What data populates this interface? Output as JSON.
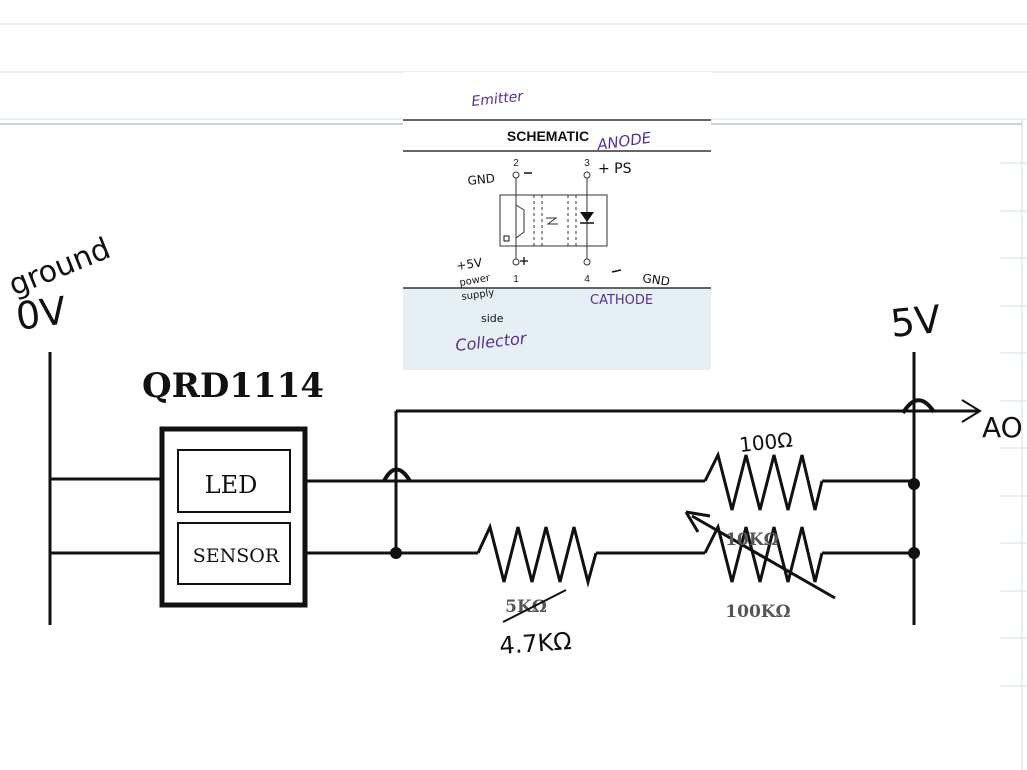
{
  "colors": {
    "paper_rule": "#cfe3e6",
    "ink": "#111111",
    "purple_ink": "#5a2d91",
    "panel_band": "#e6f0f4"
  },
  "handwriting": {
    "ground": "ground",
    "zero_v": "0V",
    "five_v": "5V",
    "ao": "AO",
    "r_top": "100Ω",
    "r_fixed_new": "4.7KΩ"
  },
  "circuit": {
    "chip_name": "QRD1114",
    "led_label": "LED",
    "sensor_label": "SENSOR",
    "r_fixed_orig": "5KΩ",
    "r_overlap": "10KΩ",
    "r_pot": "100KΩ"
  },
  "schematic": {
    "header": "SCHEMATIC",
    "emitter": "Emitter",
    "anode": "ANODE",
    "ps": "+ PS",
    "gnd_top": "GND",
    "gnd_bottom": "GND",
    "pin1": "1",
    "pin2": "2",
    "pin3": "3",
    "pin4": "4",
    "plus5v": "+5V",
    "power": "power",
    "supply": "supply",
    "side": "side",
    "cathode": "CATHODE",
    "collector": "Collector"
  }
}
